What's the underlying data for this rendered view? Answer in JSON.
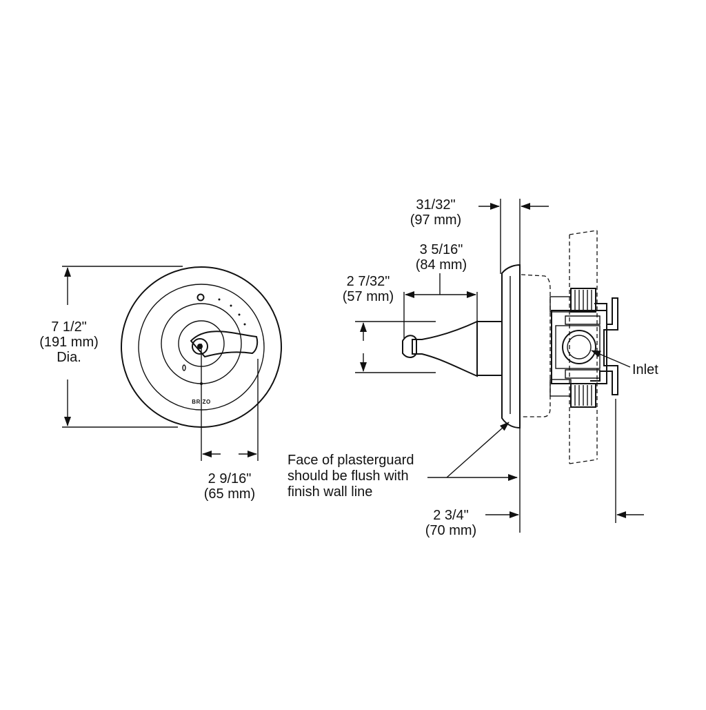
{
  "front_view": {
    "diameter": {
      "imperial": "7 1/2\"",
      "metric": "(191 mm)",
      "note": "Dia."
    },
    "handle_offset": {
      "imperial": "2 9/16\"",
      "metric": "(65 mm)"
    },
    "brand_mark": "BRIZO"
  },
  "side_view": {
    "trim_depth": {
      "imperial": "31/32\"",
      "metric": "(97 mm)"
    },
    "handle_length": {
      "imperial": "3 5/16\"",
      "metric": "(84 mm)"
    },
    "handle_height": {
      "imperial": "2 7/32\"",
      "metric": "(57 mm)"
    },
    "valve_depth": {
      "imperial": "2 3/4\"",
      "metric": "(70 mm)"
    },
    "inlet_label": "Inlet",
    "plasterguard_note": [
      "Face of plasterguard",
      "should be flush with",
      "finish wall line"
    ]
  }
}
